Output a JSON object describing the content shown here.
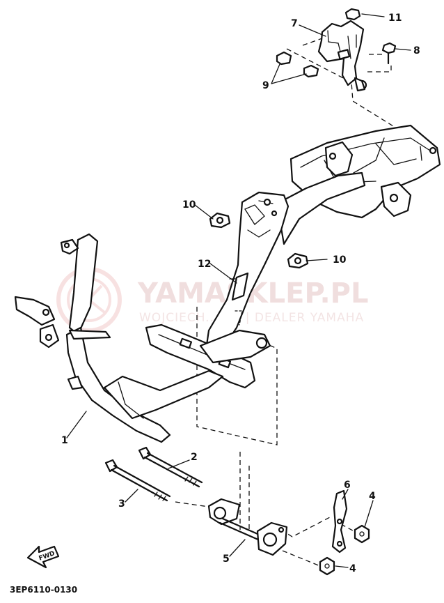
{
  "watermark": {
    "title": "YAMASKLEP.PL",
    "subtitle": "WOJCIECH... CZ | DEALER YAMAHA"
  },
  "callouts": {
    "c1": "1",
    "c2": "2",
    "c3": "3",
    "c4a": "4",
    "c4b": "4",
    "c5": "5",
    "c6": "6",
    "c7": "7",
    "c8": "8",
    "c9": "9",
    "c10a": "10",
    "c10b": "10",
    "c11": "11",
    "c12": "12"
  },
  "badge": {
    "fwd": "FWD"
  },
  "diagram_code": "3EP6110-0130"
}
